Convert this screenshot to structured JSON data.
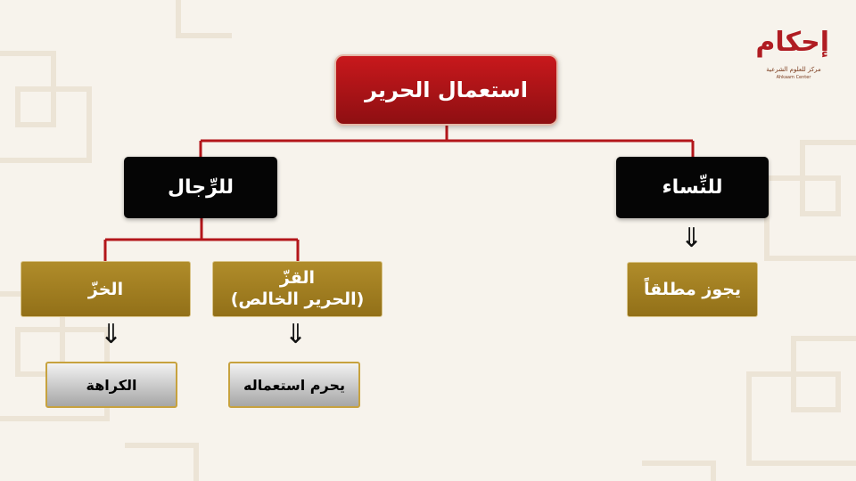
{
  "logo": {
    "name": "إحكام",
    "subtitle": "مركز للعلوم الشرعية",
    "tagline": "Ahkaam Center"
  },
  "root": {
    "label": "استعمال الحرير"
  },
  "women": {
    "label": "للنِّساء",
    "result": "يجوز مطلقاً"
  },
  "men": {
    "label": "للرِّجال",
    "branches": [
      {
        "title": "القزّ",
        "note": "(الحرير الخالص)",
        "result": "يحرم استعماله"
      },
      {
        "title": "الخزّ",
        "note": "",
        "result": "الكراهة"
      }
    ]
  },
  "colors": {
    "root": "#b3161a",
    "connector": "#b3161a",
    "category": "#050505",
    "branch": "#a2801f",
    "result": "#d0d0d0"
  },
  "icons": {
    "arrow": "⇓"
  }
}
